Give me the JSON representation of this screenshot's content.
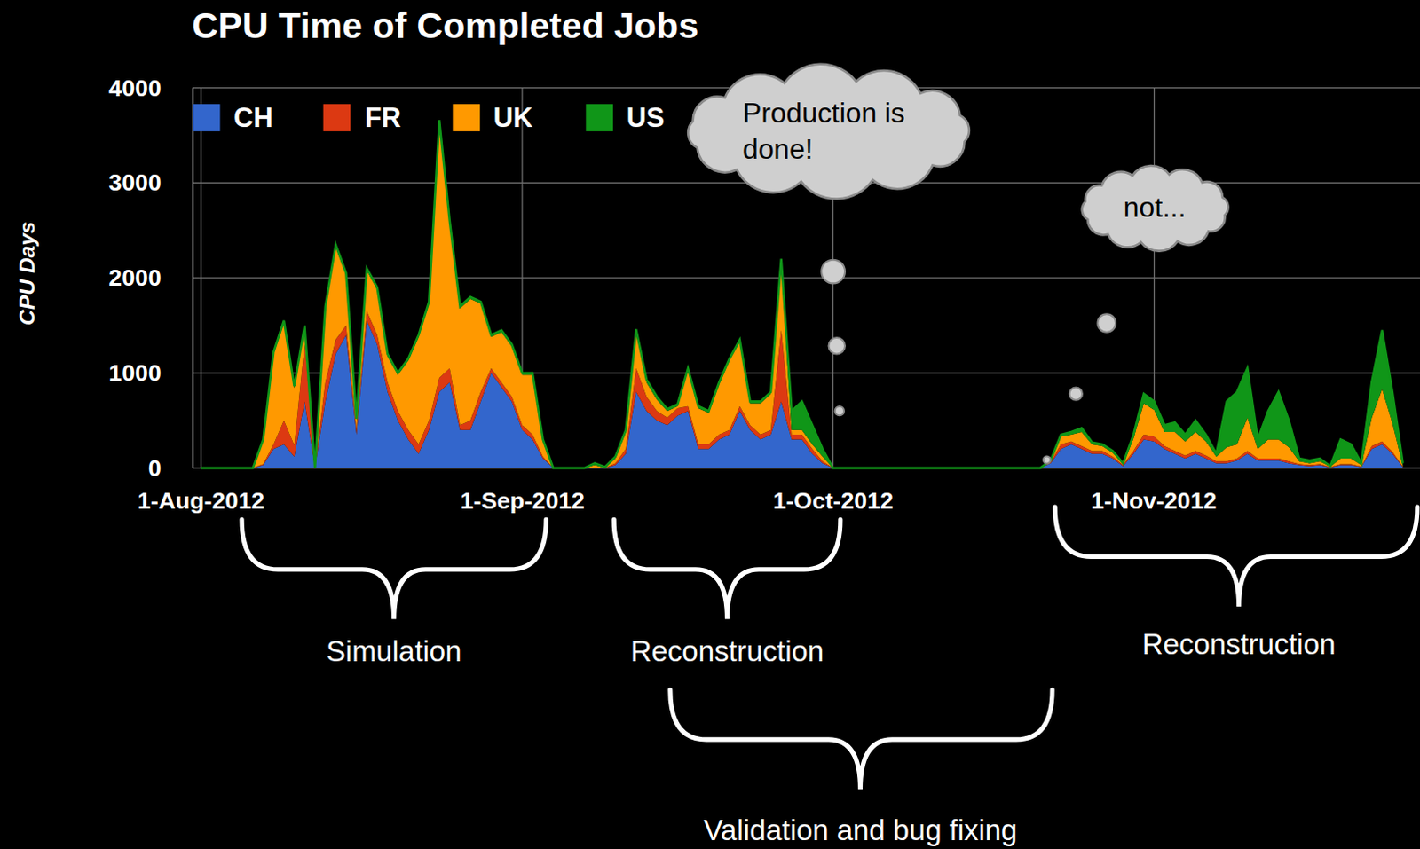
{
  "diagram": {
    "title": "CPU Time of Completed Jobs",
    "nodes": [
      {
        "text": [
          "Production is done!"
        ]
      },
      {
        "text": [
          "not..."
        ]
      }
    ],
    "labels": [
      "CPU Days",
      "4000",
      "3000",
      "2000",
      "1000",
      "0",
      "1-Aug-2012",
      "1-Sep-2012",
      "1-Oct-2012",
      "1-Nov-2012",
      "Simulation",
      "Reconstruction",
      "Reconstruction",
      "Validation and bug fixing"
    ],
    "legend": [
      {
        "text": "CH",
        "color": "#3366cc"
      },
      {
        "text": "FR",
        "color": "#dc3912"
      },
      {
        "text": "UK",
        "color": "#ff9900"
      },
      {
        "text": "US",
        "color": "#109618"
      }
    ]
  }
}
